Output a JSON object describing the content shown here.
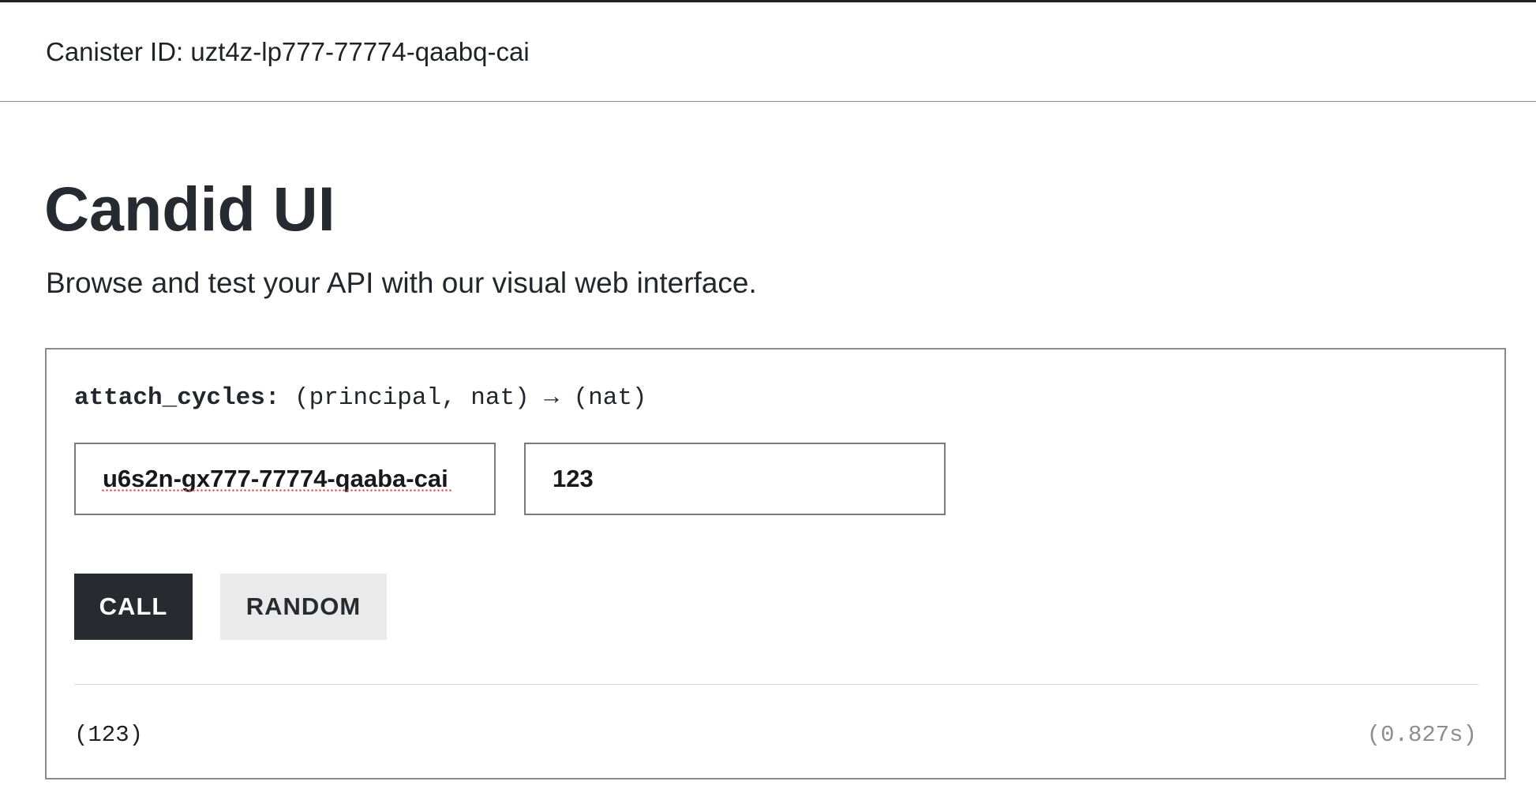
{
  "header": {
    "canister_id": "Canister ID: uzt4z-lp777-77774-qaabq-cai"
  },
  "page": {
    "title": "Candid UI",
    "subtitle": "Browse and test your API with our visual web interface."
  },
  "method": {
    "name": "attach_cycles:",
    "signature": " (principal, nat) → (nat)",
    "args": [
      {
        "type": "principal",
        "value": "u6s2n-gx777-77774-qaaba-cai"
      },
      {
        "type": "nat",
        "value": "123"
      }
    ],
    "call_label": "CALL",
    "random_label": "RANDOM",
    "result": "(123)",
    "timing": "(0.827s)"
  }
}
